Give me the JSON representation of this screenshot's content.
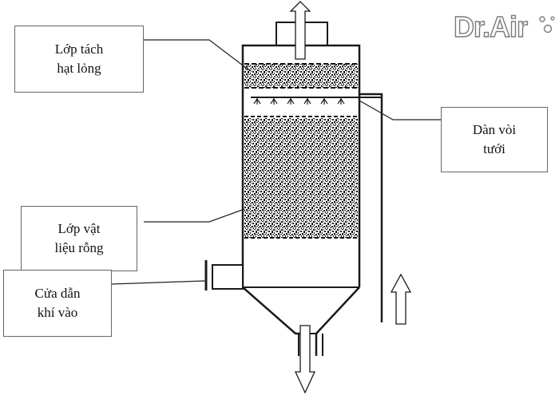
{
  "brand": {
    "text": "Dr.Air"
  },
  "labels": {
    "mist_layer": {
      "line1": "Lớp tách",
      "line2": "hạt lỏng"
    },
    "packing_layer": {
      "line1": "Lớp vật",
      "line2": "liệu rỗng"
    },
    "gas_inlet": {
      "line1": "Cửa dẫn",
      "line2": "khí vào"
    },
    "spray_nozzles": {
      "line1": "Dàn vòi",
      "line2": "tưới"
    }
  },
  "colors": {
    "line": "#1a1a1a",
    "border": "#666666",
    "brand_outline": "#7a7a7a"
  }
}
